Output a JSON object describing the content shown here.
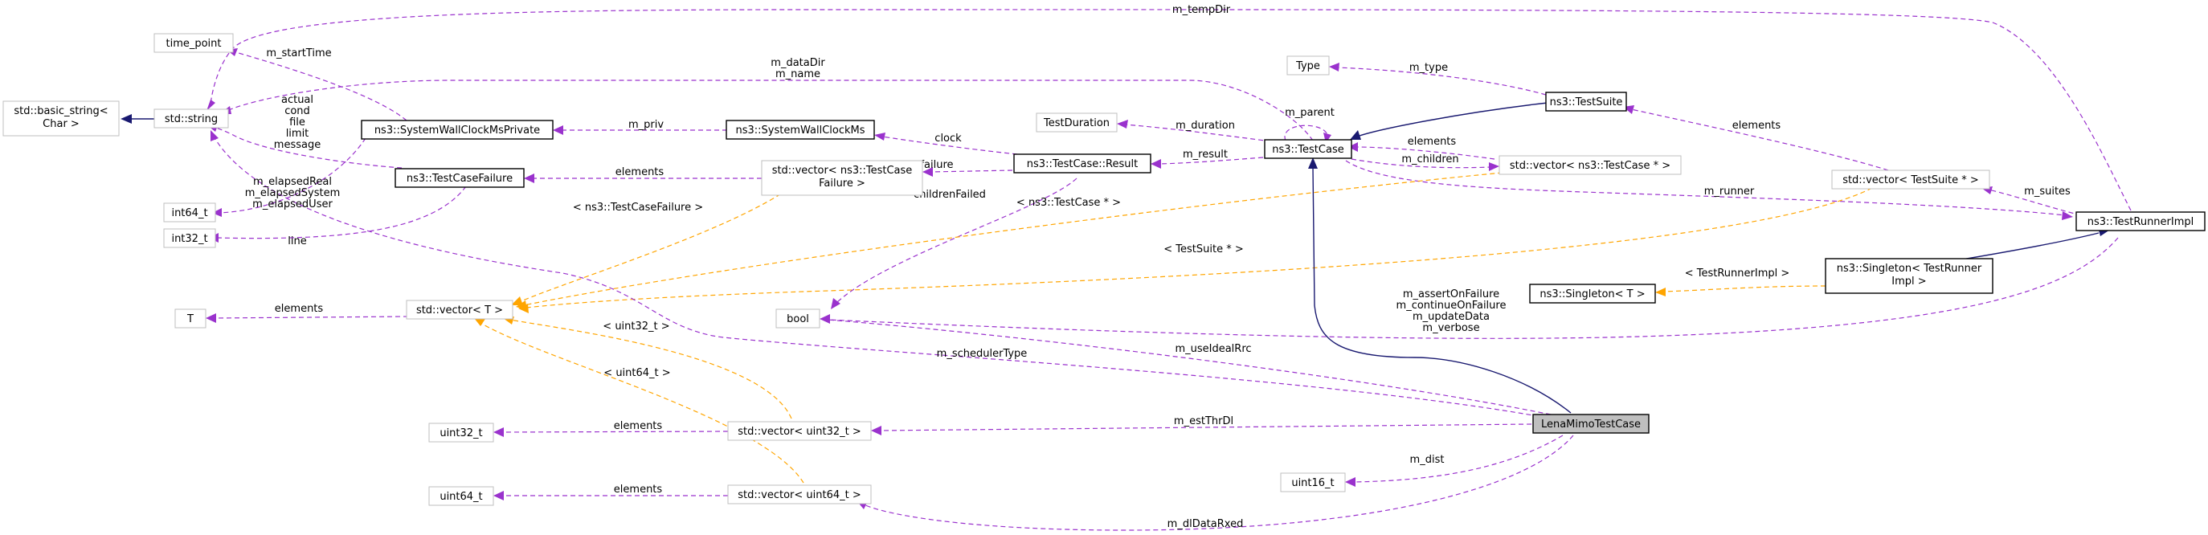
{
  "nodes": {
    "time_point": "time_point",
    "basic_string_l1": "std::basic_string<",
    "basic_string_l2": "Char >",
    "std_string": "std::string",
    "int64_t": "int64_t",
    "int32_t": "int32_t",
    "T": "T",
    "vector_T": "std::vector< T >",
    "uint32_t": "uint32_t",
    "uint64_t": "uint64_t",
    "bool": "bool",
    "clock_private": "ns3::SystemWallClockMsPrivate",
    "testcasefailure": "ns3::TestCaseFailure",
    "systemwallclock": "ns3::SystemWallClockMs",
    "vector_failure_l1": "std::vector< ns3::TestCase",
    "vector_failure_l2": "Failure >",
    "vector_uint32": "std::vector< uint32_t >",
    "vector_uint64": "std::vector< uint64_t >",
    "testduration": "TestDuration",
    "type": "Type",
    "result": "ns3::TestCase::Result",
    "testcase": "ns3::TestCase",
    "testsuite": "ns3::TestSuite",
    "vector_testcase": "std::vector< ns3::TestCase * >",
    "uint16_t": "uint16_t",
    "lena": "LenaMimoTestCase",
    "vector_testsuite": "std::vector< TestSuite * >",
    "singleton_T": "ns3::Singleton< T >",
    "singleton_runner_l1": "ns3::Singleton< TestRunner",
    "singleton_runner_l2": "Impl >",
    "testrunnerimpl": "ns3::TestRunnerImpl"
  },
  "edges": {
    "m_tempDir": "m_tempDir",
    "m_startTime": "m_startTime",
    "m_dataDir": "m_dataDir",
    "m_name": "m_name",
    "actual": "actual",
    "cond": "cond",
    "file": "file",
    "limit": "limit",
    "message": "message",
    "m_type": "m_type",
    "m_parent": "m_parent",
    "m_priv": "m_priv",
    "clock": "clock",
    "m_duration": "m_duration",
    "m_result": "m_result",
    "elements_failure": "elements",
    "failure": "failure",
    "m_elapsedReal": "m_elapsedReal",
    "m_elapsedSystem": "m_elapsedSystem",
    "m_elapsedUser": "m_elapsedUser",
    "elements_testcase": "elements",
    "m_children": "m_children",
    "elements_testsuite": "elements",
    "m_runner": "m_runner",
    "m_suites": "m_suites",
    "childrenFailed": "childrenFailed",
    "tmpl_testcasefailure": "< ns3::TestCaseFailure >",
    "tmpl_testcase": "< ns3::TestCase * >",
    "line": "line",
    "tmpl_testsuite": "< TestSuite * >",
    "tmpl_testrunnerimpl": "< TestRunnerImpl >",
    "elements_T": "elements",
    "tmpl_uint32": "< uint32_t >",
    "m_assertOnFailure": "m_assertOnFailure",
    "m_continueOnFailure": "m_continueOnFailure",
    "m_updateData": "m_updateData",
    "m_verbose": "m_verbose",
    "m_useIdealRrc": "m_useIdealRrc",
    "tmpl_uint64": "< uint64_t >",
    "m_schedulerType": "m_schedulerType",
    "elements_uint32": "elements",
    "m_estThrDl": "m_estThrDl",
    "m_dist": "m_dist",
    "elements_uint64": "elements",
    "m_dlDataRxed": "m_dlDataRxed"
  },
  "colors": {
    "member_edge": "#9a32cd",
    "template_edge": "#ffa500",
    "inheritance_edge": "#191970",
    "focus_fill": "#bfbfbf"
  }
}
